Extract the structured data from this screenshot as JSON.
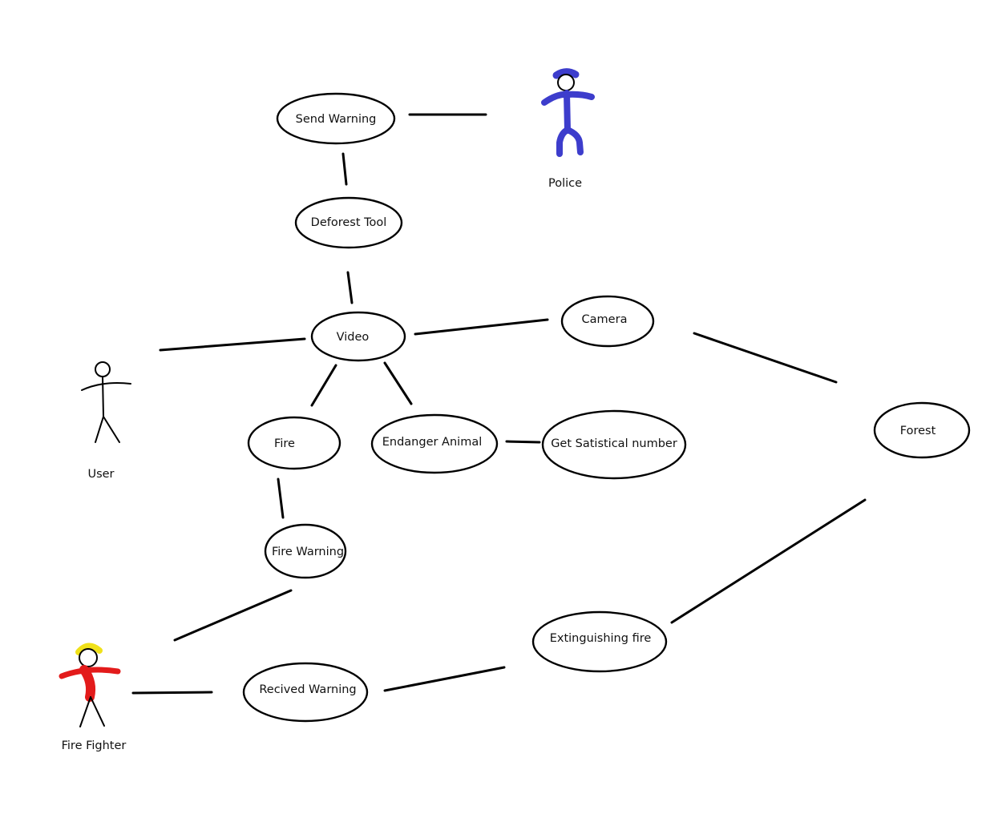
{
  "diagram": {
    "type": "use-case",
    "colors": {
      "police": "#3d3dcc",
      "fire_fighter": "#e31b1b",
      "fire_fighter_hair": "#f0e11a",
      "user": "#000000",
      "ink": "#000000",
      "background": "#ffffff"
    },
    "actors": {
      "police": "Police",
      "user": "User",
      "fire_fighter": "Fire Fighter"
    },
    "use_cases": {
      "send_warning": "Send Warning",
      "deforest_tool": "Deforest Tool",
      "video": "Video",
      "camera": "Camera",
      "forest": "Forest",
      "fire": "Fire",
      "endanger_animal": "Endanger Animal",
      "get_statistical_number": "Get Satistical number",
      "fire_warning": "Fire Warning",
      "extinguishing_fire": "Extinguishing fire",
      "recived_warning": "Recived Warning"
    },
    "connections": [
      [
        "send_warning",
        "police"
      ],
      [
        "send_warning",
        "deforest_tool"
      ],
      [
        "deforest_tool",
        "video"
      ],
      [
        "user",
        "video"
      ],
      [
        "video",
        "camera"
      ],
      [
        "camera",
        "forest"
      ],
      [
        "video",
        "fire"
      ],
      [
        "video",
        "endanger_animal"
      ],
      [
        "endanger_animal",
        "get_statistical_number"
      ],
      [
        "fire",
        "fire_warning"
      ],
      [
        "fire_warning",
        "fire_fighter"
      ],
      [
        "fire_fighter",
        "recived_warning"
      ],
      [
        "recived_warning",
        "extinguishing_fire"
      ],
      [
        "extinguishing_fire",
        "forest"
      ]
    ]
  }
}
